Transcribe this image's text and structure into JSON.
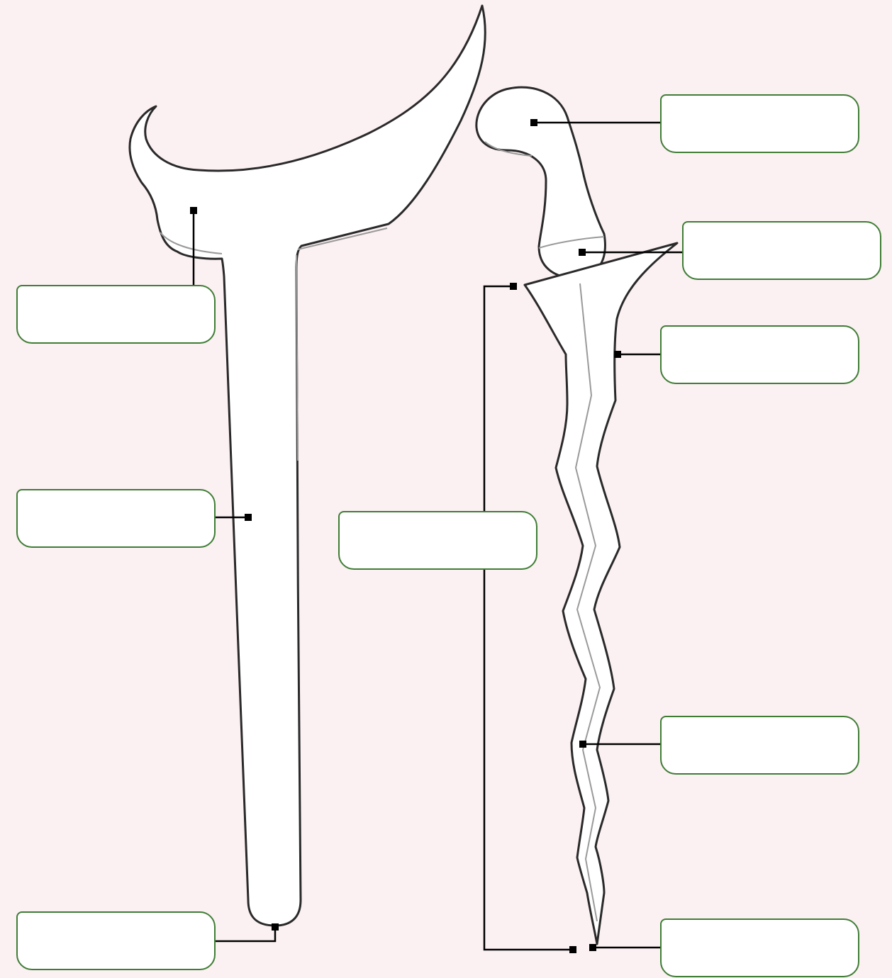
{
  "diagram": {
    "kind": "blank label worksheet",
    "colors": {
      "background": "#fbf0f2",
      "box_border": "#3f7d35",
      "box_fill": "#ffffff",
      "outline": "#2a2a2a",
      "inner_line": "#9a9a9a",
      "leader": "#000000"
    },
    "objects": [
      {
        "id": "sheath",
        "name": ""
      },
      {
        "id": "kris",
        "name": ""
      }
    ],
    "labels": [
      {
        "id": "sheath-top",
        "text": ""
      },
      {
        "id": "sheath-body",
        "text": ""
      },
      {
        "id": "sheath-tip",
        "text": ""
      },
      {
        "id": "blade-length",
        "text": ""
      },
      {
        "id": "hilt",
        "text": ""
      },
      {
        "id": "hilt-ring",
        "text": ""
      },
      {
        "id": "guard",
        "text": ""
      },
      {
        "id": "blade",
        "text": ""
      },
      {
        "id": "blade-point",
        "text": ""
      }
    ]
  }
}
